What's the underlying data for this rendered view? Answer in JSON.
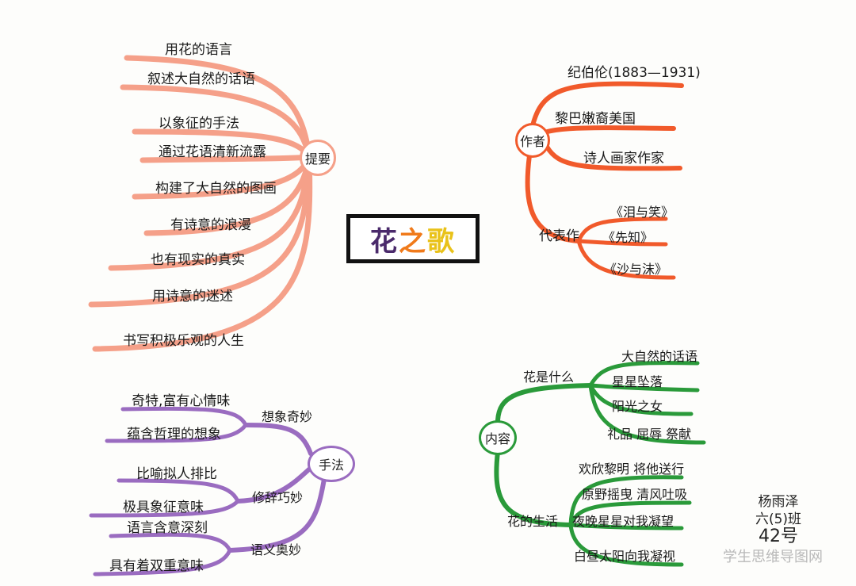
{
  "title": {
    "part1": "花",
    "part2": "之",
    "part3": "歌"
  },
  "colors": {
    "pink": "#f5a089",
    "red": "#f15a2b",
    "purple": "#9a6cc0",
    "green": "#2a9a3a"
  },
  "tiyao": {
    "label": "提要",
    "items": [
      "用花的语言",
      "叙述大自然的话语",
      "以象征的手法",
      "通过花语清新流露",
      "构建了大自然的图画",
      "有诗意的浪漫",
      "也有现实的真实",
      "用诗意的迷述",
      "书写积极乐观的人生"
    ]
  },
  "zuozhe": {
    "label": "作者",
    "items": [
      "纪伯伦(1883—1931)",
      "黎巴嫩裔美国",
      "诗人画家作家"
    ],
    "daibiao": {
      "label": "代表作",
      "items": [
        "《泪与笑》",
        "《先知》",
        "《沙与沫》"
      ]
    }
  },
  "shoufa": {
    "label": "手法",
    "branches": [
      {
        "label": "想象奇妙",
        "items": [
          "奇特,富有心情味",
          "蕴含哲理的想象"
        ]
      },
      {
        "label": "修辞巧妙",
        "items": [
          "比喻拟人排比",
          "极具象征意味"
        ]
      },
      {
        "label": "语义奥妙",
        "items": [
          "语言含意深刻",
          "具有着双重意味"
        ]
      }
    ]
  },
  "neirong": {
    "label": "内容",
    "branches": [
      {
        "label": "花是什么",
        "items": [
          "大自然的话语",
          "星星坠落",
          "阳光之女",
          "礼品 屈辱 祭献"
        ]
      },
      {
        "label": "花的生活",
        "items": [
          "欢欣黎明 将他送行",
          "原野摇曳 清风吐吸",
          "夜晚星星对我凝望",
          "白昼太阳向我凝视"
        ]
      }
    ]
  },
  "signature": {
    "name": "杨雨泽",
    "class": "六(5)班",
    "number": "42号"
  },
  "watermark": "学生思维导图网"
}
